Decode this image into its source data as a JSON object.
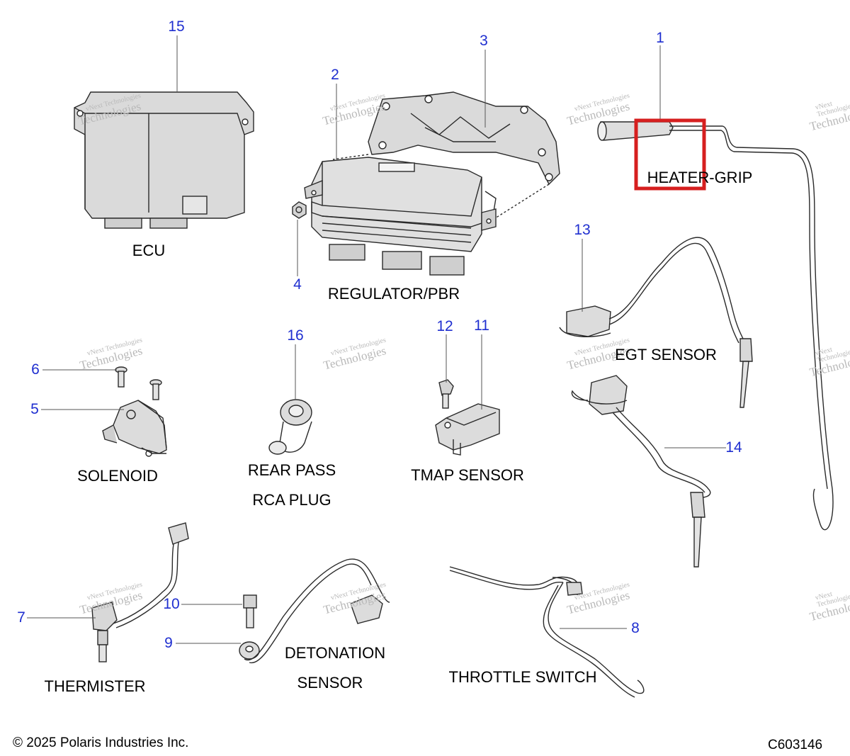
{
  "callouts": {
    "c1": "1",
    "c2": "2",
    "c3": "3",
    "c4": "4",
    "c5": "5",
    "c6": "6",
    "c7": "7",
    "c8": "8",
    "c9": "9",
    "c10": "10",
    "c11": "11",
    "c12": "12",
    "c13": "13",
    "c14": "14",
    "c15": "15",
    "c16": "16"
  },
  "labels": {
    "ecu": "ECU",
    "regulator": "REGULATOR/PBR",
    "heater_grip": "HEATER-GRIP",
    "egt_sensor": "EGT SENSOR",
    "solenoid": "SOLENOID",
    "rear_pass": "REAR PASS",
    "rca_plug": "RCA PLUG",
    "tmap_sensor": "TMAP SENSOR",
    "thermister": "THERMISTER",
    "detonation": "DETONATION",
    "sensor": "SENSOR",
    "throttle_switch": "THROTTLE SWITCH"
  },
  "watermark": {
    "line1": "vNext Technologies",
    "line2": "Technologies"
  },
  "footer": {
    "copyright": "© 2025 Polaris Industries Inc.",
    "code": "C603146"
  },
  "colors": {
    "callout": "#1f2fd0",
    "highlight": "#d61f1f",
    "part_fill": "#d9d9d9",
    "outline": "#2a2a2a"
  }
}
